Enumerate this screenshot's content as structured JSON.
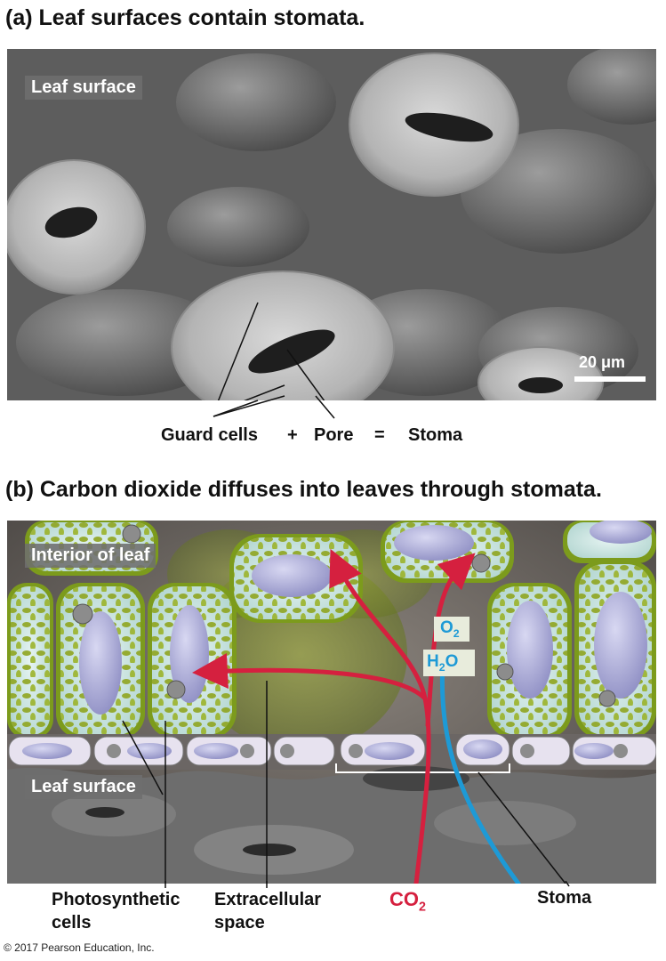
{
  "panel_a": {
    "heading": "(a) Leaf surfaces contain stomata.",
    "inset_label": "Leaf surface",
    "scale_bar": "20 μm",
    "equation": {
      "guard_cells": "Guard cells",
      "plus": "+",
      "pore": "Pore",
      "equals": "=",
      "stoma": "Stoma"
    }
  },
  "panel_b": {
    "heading": "(b) Carbon dioxide diffuses into leaves through stomata.",
    "interior_label": "Interior of leaf",
    "surface_label": "Leaf surface",
    "o2": {
      "main": "O",
      "sub": "2"
    },
    "h2o": {
      "a": "H",
      "sub": "2",
      "b": "O"
    },
    "co2": {
      "main": "CO",
      "sub": "2"
    },
    "photosynthetic_cells": "Photosynthetic cells",
    "photosynthetic_line1": "Photosynthetic",
    "photosynthetic_line2": "cells",
    "extracellular_line1": "Extracellular",
    "extracellular_line2": "space",
    "stoma": "Stoma",
    "colors": {
      "co2_arrow": "#d5203f",
      "h2o_arrow": "#1e9ad6",
      "chloroplast": "#8fa51f"
    }
  },
  "credit": "© 2017 Pearson Education, Inc."
}
